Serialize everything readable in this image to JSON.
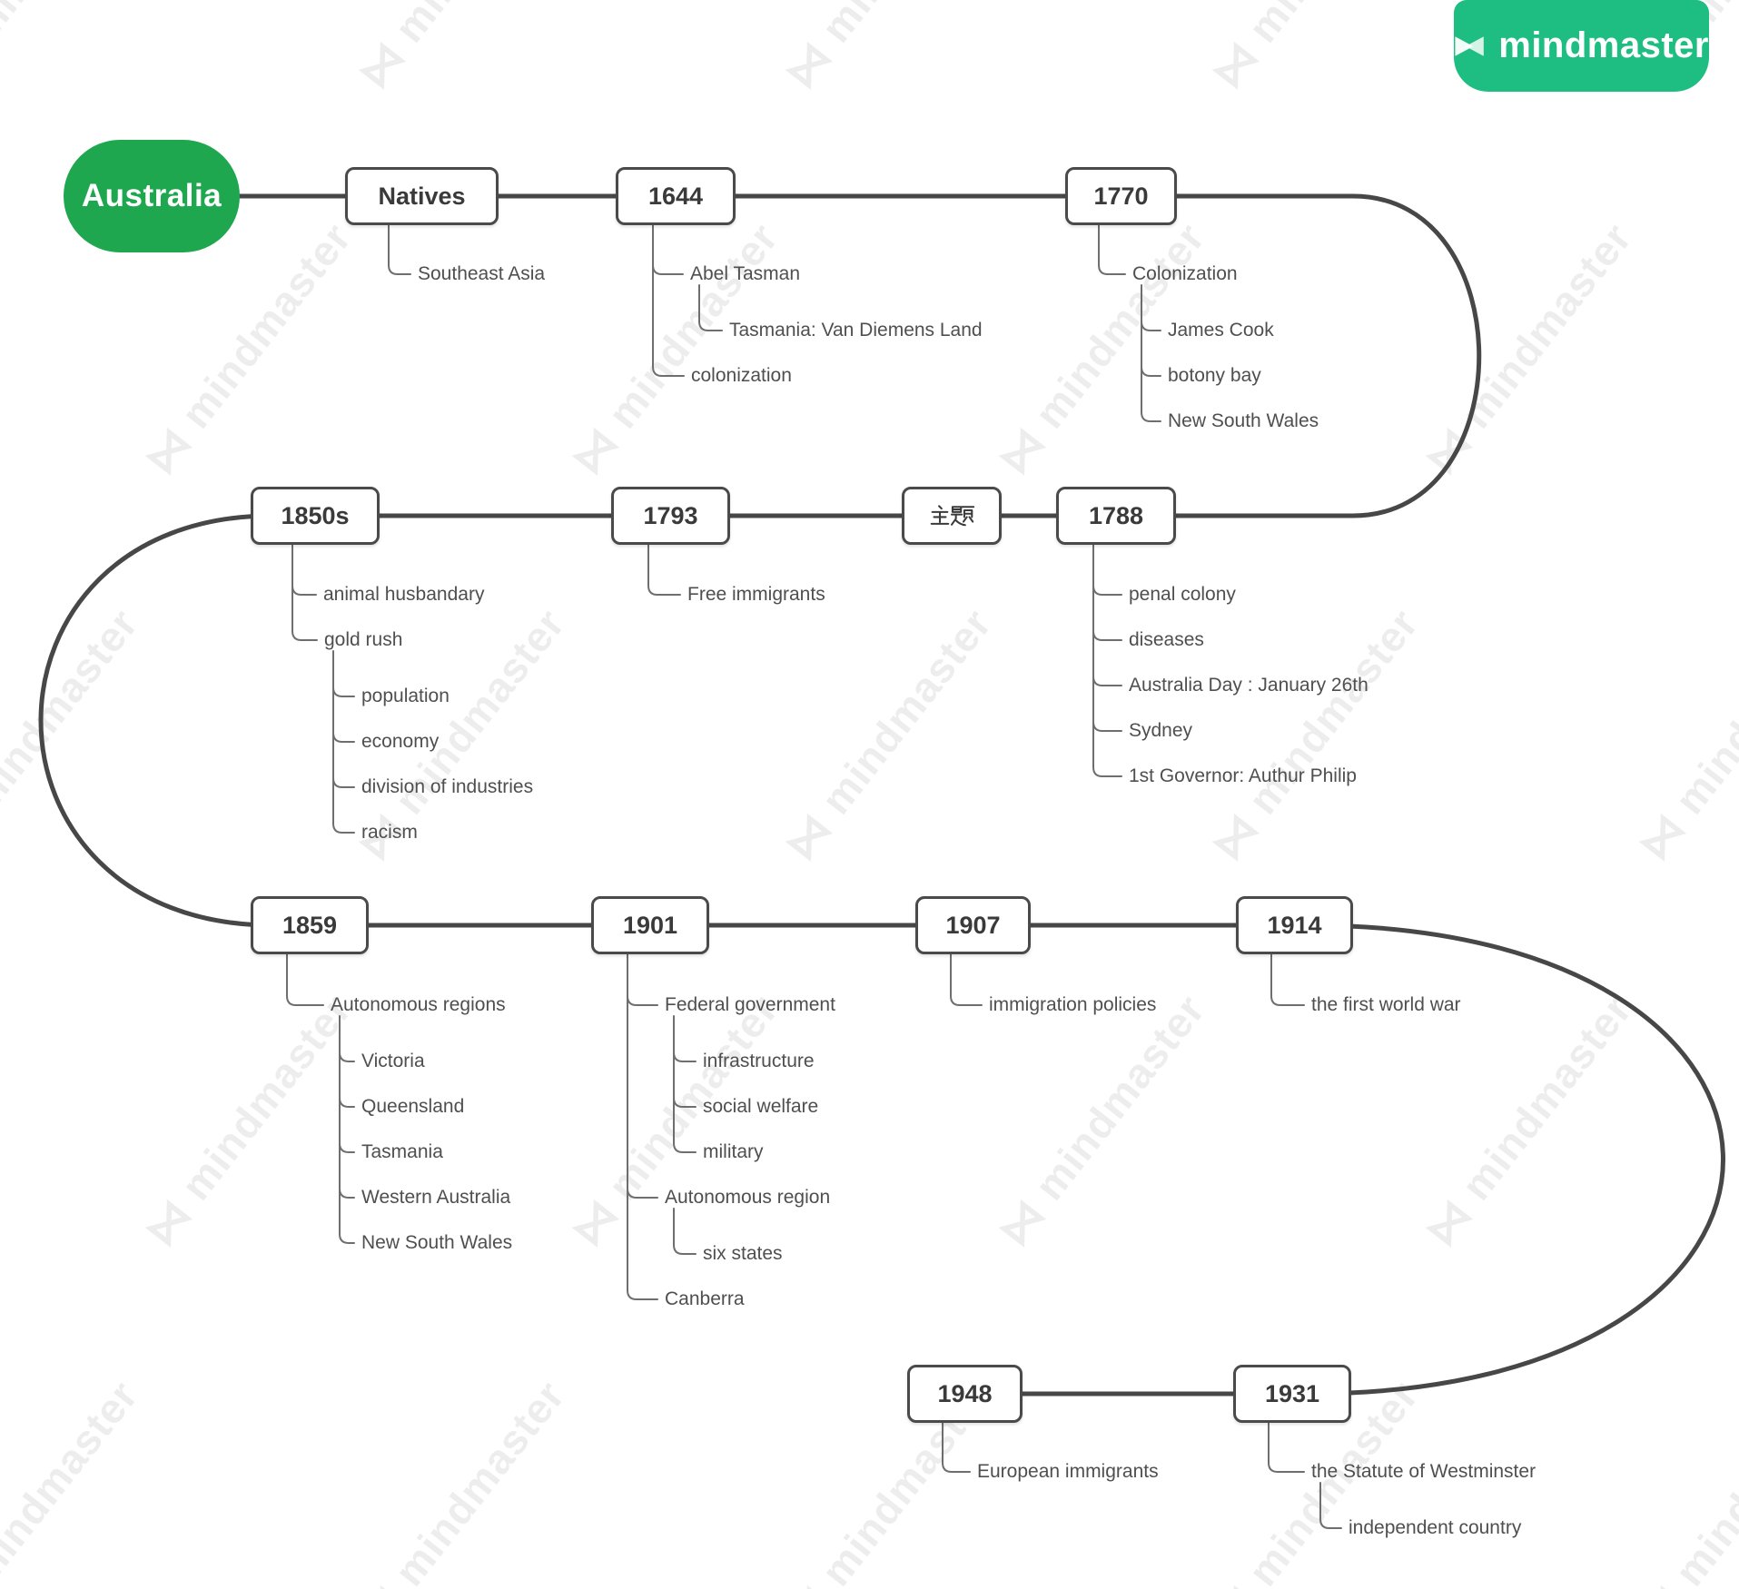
{
  "app": {
    "brand": "mindmaster",
    "brand_color": "#1ebe82",
    "watermark_text": "mindmaster",
    "watermark_icon": "bowtie-logo-icon"
  },
  "root": {
    "label": "Australia",
    "color": "#1fa750"
  },
  "timeline": {
    "nodes": [
      {
        "label": "Natives",
        "children": [
          {
            "label": "Southeast Asia"
          }
        ]
      },
      {
        "label": "1644",
        "children": [
          {
            "label": "Abel Tasman",
            "children": [
              {
                "label": "Tasmania: Van Diemens Land"
              }
            ]
          },
          {
            "label": "colonization"
          }
        ]
      },
      {
        "label": "1770",
        "children": [
          {
            "label": "Colonization",
            "children": [
              {
                "label": "James Cook"
              },
              {
                "label": "botony bay"
              },
              {
                "label": "New South Wales"
              }
            ]
          }
        ]
      },
      {
        "label": "1788",
        "children": [
          {
            "label": "penal colony"
          },
          {
            "label": "diseases"
          },
          {
            "label": "Australia Day : January 26th"
          },
          {
            "label": "Sydney"
          },
          {
            "label": "1st Governor: Authur  Philip"
          }
        ]
      },
      {
        "label": "主题",
        "children": []
      },
      {
        "label": "1793",
        "children": [
          {
            "label": "Free immigrants"
          }
        ]
      },
      {
        "label": "1850s",
        "children": [
          {
            "label": "animal husbandary"
          },
          {
            "label": "gold rush",
            "children": [
              {
                "label": "population"
              },
              {
                "label": "economy"
              },
              {
                "label": "division of industries"
              },
              {
                "label": "racism"
              }
            ]
          }
        ]
      },
      {
        "label": "1859",
        "children": [
          {
            "label": "Autonomous regions",
            "children": [
              {
                "label": "Victoria"
              },
              {
                "label": "Queensland"
              },
              {
                "label": "Tasmania"
              },
              {
                "label": "Western Australia"
              },
              {
                "label": "New South Wales"
              }
            ]
          }
        ]
      },
      {
        "label": "1901",
        "children": [
          {
            "label": "Federal government",
            "children": [
              {
                "label": "infrastructure"
              },
              {
                "label": "social welfare"
              },
              {
                "label": "military"
              }
            ]
          },
          {
            "label": "Autonomous region",
            "children": [
              {
                "label": "six states"
              }
            ]
          },
          {
            "label": "Canberra"
          }
        ]
      },
      {
        "label": "1907",
        "children": [
          {
            "label": "immigration policies"
          }
        ]
      },
      {
        "label": "1914",
        "children": [
          {
            "label": "the first world war"
          }
        ]
      },
      {
        "label": "1931",
        "children": [
          {
            "label": "the Statute of Westminster",
            "children": [
              {
                "label": "independent country"
              }
            ]
          }
        ]
      },
      {
        "label": "1948",
        "children": [
          {
            "label": "European immigrants"
          }
        ]
      }
    ]
  }
}
